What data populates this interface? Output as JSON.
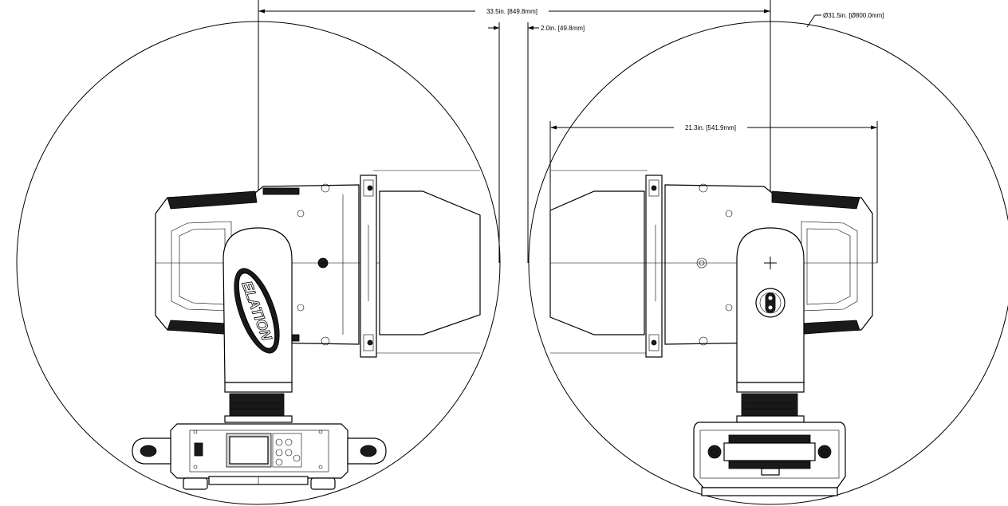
{
  "dimensions": {
    "overall_width": "33.5in. [849.8mm]",
    "offset": "2.0in. [49.8mm]",
    "body_width": "21.3in. [541.9mm]",
    "swing_diameter": "Ø31.5in. [Ø800.0mm]"
  },
  "logo": {
    "text": "ELATION"
  },
  "colors": {
    "line": "#000000",
    "background": "#ffffff",
    "fill_dark": "#1a1a1a",
    "fill_grey": "#d9d9d9"
  }
}
